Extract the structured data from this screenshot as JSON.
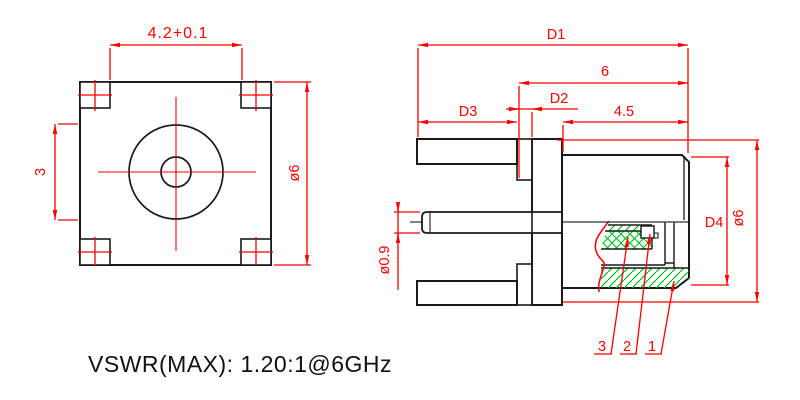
{
  "drawing": {
    "type": "connector-engineering-drawing",
    "footer_note": "VSWR(MAX):  1.20:1@6GHz"
  },
  "front_view": {
    "dim_hole_spacing": "4.2+0.1",
    "dim_hole_offset": "3",
    "dim_flange_size": "ø6"
  },
  "side_view": {
    "dim_d1": "D1",
    "dim_body_length": "6",
    "dim_d2": "D2",
    "dim_d3": "D3",
    "dim_barrel_length": "4.5",
    "dim_d4": "D4",
    "dim_flange_dia": "ø6",
    "dim_pin_dia": "ø0.9",
    "callout_insulator": "3",
    "callout_contact": "2",
    "callout_body": "1"
  },
  "colors": {
    "dimension_red": "#fe0000",
    "geometry_black": "#1a1a1a",
    "hatch_green": "#00bd1f",
    "background": "#ffffff"
  }
}
